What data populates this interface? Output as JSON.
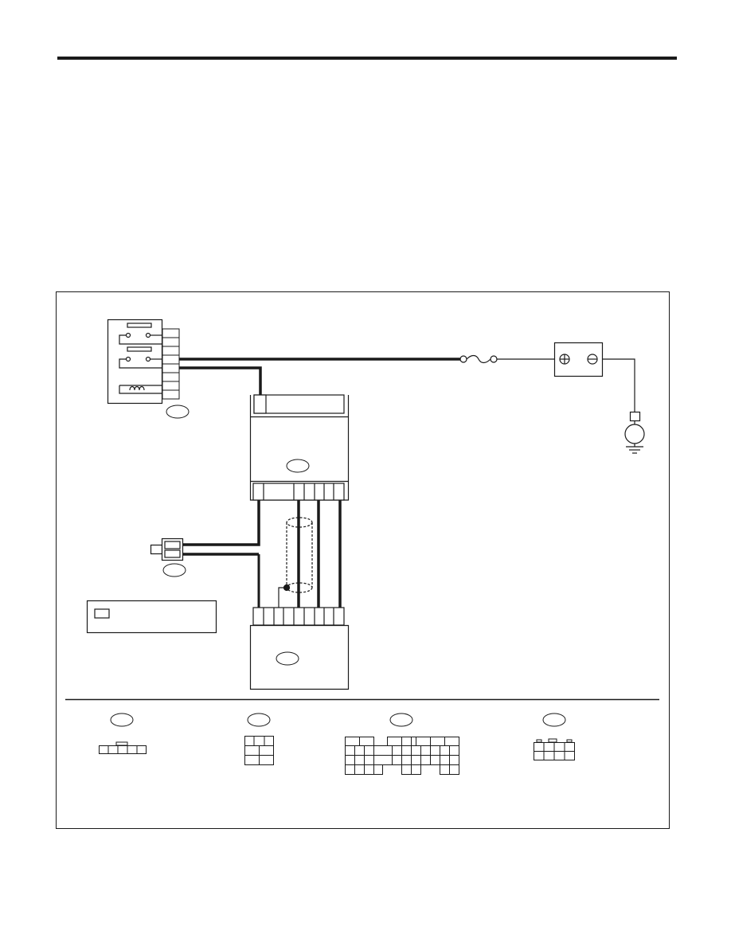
{
  "page": {
    "header_rule": true
  },
  "diagram": {
    "components": {
      "relay_block": {
        "icon": "relay-contact-coil-icon",
        "label": ""
      },
      "battery": {
        "icon": "battery-terminals-icon",
        "positive_symbol": "⊕",
        "negative_symbol": "⊖"
      },
      "fuse": {
        "icon": "fuse-icon"
      },
      "ground": {
        "icon": "ground-icon"
      },
      "upper_module": {
        "label": ""
      },
      "lower_module": {
        "label": ""
      },
      "sensor_plug": {
        "label": ""
      },
      "legend_box": {
        "text": ""
      }
    },
    "connector_views": [
      {
        "id": "cv1",
        "label": ""
      },
      {
        "id": "cv2",
        "label": ""
      },
      {
        "id": "cv3",
        "label": ""
      },
      {
        "id": "cv4",
        "label": ""
      }
    ],
    "colors": {
      "line": "#1a1a1a",
      "background": "#ffffff"
    }
  }
}
